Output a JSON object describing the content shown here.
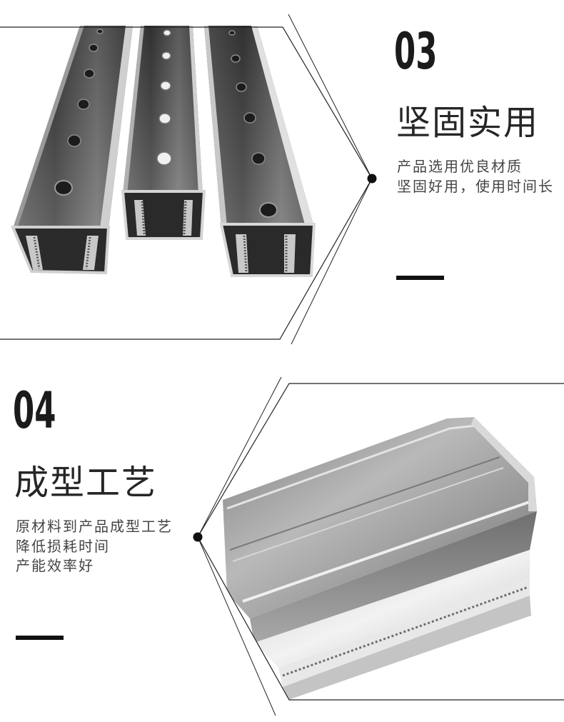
{
  "sections": [
    {
      "number": "03",
      "title": "坚固实用",
      "description": [
        "产品选用优良材质",
        "坚固好用，使用时间长"
      ]
    },
    {
      "number": "04",
      "title": "成型工艺",
      "description": [
        "原材料到产品成型工艺",
        "降低损耗时间",
        "产能效率好"
      ]
    }
  ],
  "colors": {
    "accent": "#111111",
    "heading": "#262626",
    "body_text": "#444444",
    "background": "#ffffff"
  }
}
